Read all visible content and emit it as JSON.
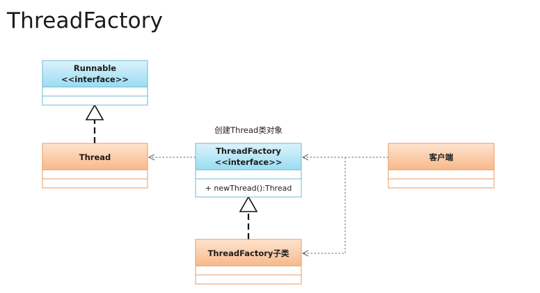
{
  "title": "ThreadFactory",
  "diagram": {
    "caption": "创建Thread类对象",
    "classes": {
      "runnable": {
        "name": "Runnable",
        "stereotype": "<<interface>>"
      },
      "thread": {
        "name": "Thread"
      },
      "thread_factory": {
        "name": "ThreadFactory",
        "stereotype": "<<interface>>",
        "method": "+ newThread():Thread"
      },
      "client": {
        "name": "客户端"
      },
      "subclass": {
        "name": "ThreadFactory子类"
      }
    },
    "colors": {
      "interface_fill_top": "#dcf3fb",
      "interface_fill_bottom": "#9adcf2",
      "interface_border": "#6fb8d6",
      "class_fill_top": "#fde4cf",
      "class_fill_bottom": "#f8b98a",
      "class_border": "#e79a63",
      "connector": "#555555"
    }
  }
}
